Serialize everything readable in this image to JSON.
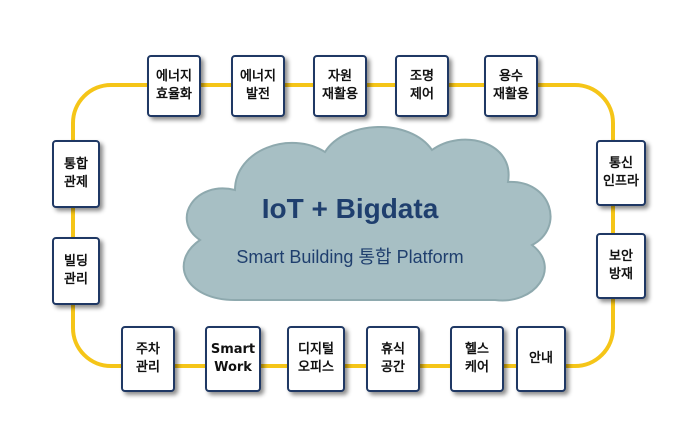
{
  "colors": {
    "ring": "#f5c518",
    "cloud_fill": "#a7bfc4",
    "cloud_stroke": "#8ea9ae",
    "box_border": "#1f3864",
    "cloud_text": "#1f3f6e"
  },
  "cloud": {
    "title": "IoT + Bigdata",
    "subtitle": "Smart Building 통합 Platform"
  },
  "top_boxes": [
    {
      "line1": "에너지",
      "line2": "효율화"
    },
    {
      "line1": "에너지",
      "line2": "발전"
    },
    {
      "line1": "자원",
      "line2": "재활용"
    },
    {
      "line1": "조명",
      "line2": "제어"
    },
    {
      "line1": "용수",
      "line2": "재활용"
    }
  ],
  "left_boxes": [
    {
      "line1": "통합",
      "line2": "관제"
    },
    {
      "line1": "빌딩",
      "line2": "관리"
    }
  ],
  "right_boxes": [
    {
      "line1": "통신",
      "line2": "인프라"
    },
    {
      "line1": "보안",
      "line2": "방재"
    }
  ],
  "bottom_boxes": [
    {
      "line1": "주차",
      "line2": "관리"
    },
    {
      "line1": "Smart",
      "line2": "Work"
    },
    {
      "line1": "디지털",
      "line2": "오피스"
    },
    {
      "line1": "휴식",
      "line2": "공간"
    },
    {
      "line1": "헬스",
      "line2": "케어"
    },
    {
      "line1": "안내",
      "line2": ""
    }
  ]
}
